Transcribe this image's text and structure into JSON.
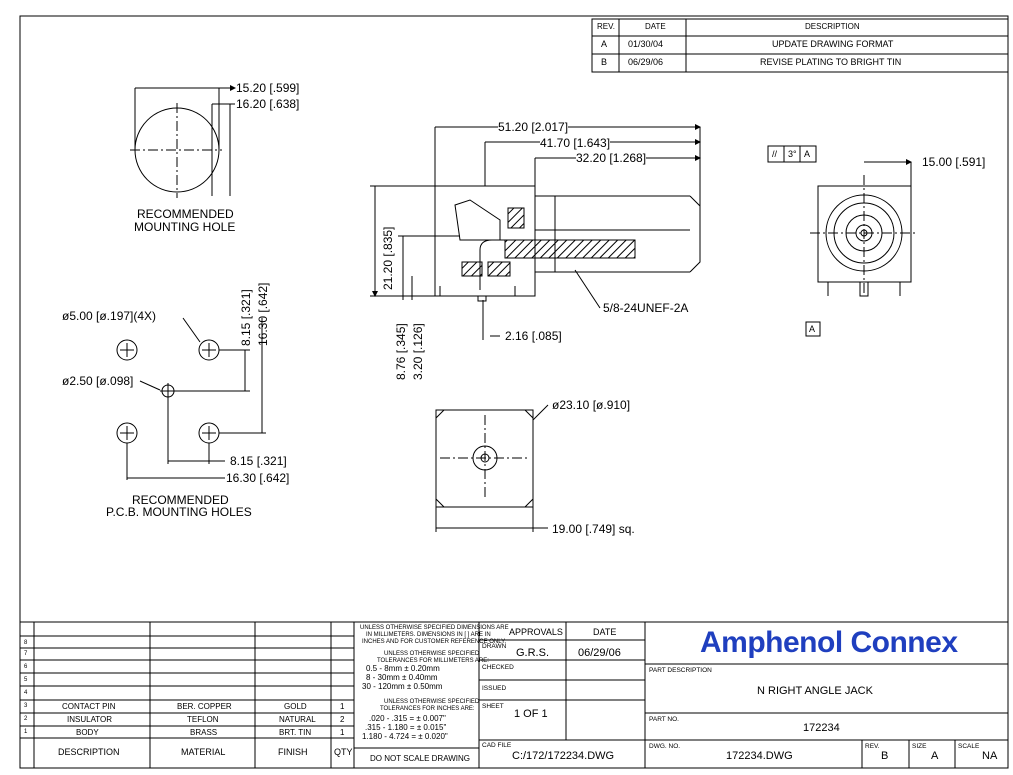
{
  "revisions": {
    "headers": {
      "rev": "REV.",
      "date": "DATE",
      "description": "DESCRIPTION"
    },
    "rows": [
      {
        "rev": "A",
        "date": "01/30/04",
        "description": "UPDATE DRAWING FORMAT"
      },
      {
        "rev": "B",
        "date": "06/29/06",
        "description": "REVISE PLATING TO BRIGHT TIN"
      }
    ]
  },
  "mounting_hole": {
    "dim_1": "15.20 [.599]",
    "dim_2": "16.20 [.638]",
    "caption_line1": "RECOMMENDED",
    "caption_line2": "MOUNTING HOLE"
  },
  "side_view": {
    "dim_overall": "51.20 [2.017]",
    "dim_mid": "41.70 [1.643]",
    "dim_short": "32.20 [1.268]",
    "dim_height_total": "21.20 [.835]",
    "dim_lead_a": "8.76 [.345]",
    "dim_lead_b": "3.20 [.126]",
    "dim_offset": "2.16 [.085]",
    "thread": "5/8-24UNEF-2A"
  },
  "front_view": {
    "tolerance_symbol": "//",
    "tolerance_value": "3°",
    "datum": "A",
    "dim_width": "15.00 [.591]",
    "datum_label": "A"
  },
  "pcb_holes": {
    "dim_large_holes": "ø5.00 [ø.197](4X)",
    "dim_center_hole": "ø2.50 [ø.098]",
    "dim_v_half": "8.15 [.321]",
    "dim_v_full": "16.30 [.642]",
    "dim_h_half": "8.15 [.321]",
    "dim_h_full": "16.30 [.642]",
    "caption_line1": "RECOMMENDED",
    "caption_line2": "P.C.B. MOUNTING HOLES"
  },
  "bottom_view": {
    "dim_flange": "ø23.10 [ø.910]",
    "dim_square": "19.00 [.749] sq."
  },
  "bom": {
    "row_numbers": [
      "8",
      "7",
      "6",
      "5",
      "4",
      "3",
      "2",
      "1"
    ],
    "items": [
      {
        "num": "3",
        "description": "CONTACT PIN",
        "material": "BER. COPPER",
        "finish": "GOLD",
        "qty": "1"
      },
      {
        "num": "2",
        "description": "INSULATOR",
        "material": "TEFLON",
        "finish": "NATURAL",
        "qty": "2"
      },
      {
        "num": "1",
        "description": "BODY",
        "material": "BRASS",
        "finish": "BRT. TIN",
        "qty": "1"
      }
    ],
    "headers": {
      "description": "DESCRIPTION",
      "material": "MATERIAL",
      "finish": "FINISH",
      "qty": "QTY"
    }
  },
  "tolerance_block": {
    "note_1": "UNLESS OTHERWISE SPECIFIED DIMENSIONS ARE",
    "note_2": "IN MILLIMETERS. DIMENSIONS IN [ ] ARE IN",
    "note_3": "INCHES AND FOR CUSTOMER REFERENCE ONLY.",
    "mm_title_1": "UNLESS OTHERWISE SPECIFIED",
    "mm_title_2": "TOLERANCES FOR MILLIMETERS ARE:",
    "mm_1": "0.5 - 8mm ± 0.20mm",
    "mm_2": "8 - 30mm ± 0.40mm",
    "mm_3": "30 - 120mm ± 0.50mm",
    "in_title_1": "UNLESS OTHERWISE SPECIFIED",
    "in_title_2": "TOLERANCES FOR INCHES ARE:",
    "in_1": ".020 - .315 = ± 0.007\"",
    "in_2": ".315 - 1.180 = ± 0.015\"",
    "in_3": "1.180 - 4.724 = ± 0.020\"",
    "footer": "DO NOT SCALE DRAWING"
  },
  "approvals": {
    "title": "APPROVALS",
    "date_title": "DATE",
    "drawn_label": "DRAWN",
    "drawn_by": "G.R.S.",
    "drawn_date": "06/29/06",
    "checked_label": "CHECKED",
    "issued_label": "ISSUED",
    "sheet_label": "SHEET",
    "sheet_value": "1 OF 1",
    "cad_label": "CAD FILE",
    "cad_value": "C:/172/172234.DWG"
  },
  "title_block": {
    "company": "Amphenol Connex",
    "part_desc_label": "PART DESCRIPTION",
    "part_desc": "N RIGHT ANGLE JACK",
    "part_no_label": "PART NO.",
    "part_no": "172234",
    "dwg_label": "DWG. NO.",
    "dwg_value": "172234.DWG",
    "rev_label": "REV.",
    "rev_value": "B",
    "size_label": "SIZE",
    "size_value": "A",
    "scale_label": "SCALE",
    "scale_value": "NA"
  },
  "colors": {
    "line": "#000000",
    "brand": "#1f3fbf"
  }
}
